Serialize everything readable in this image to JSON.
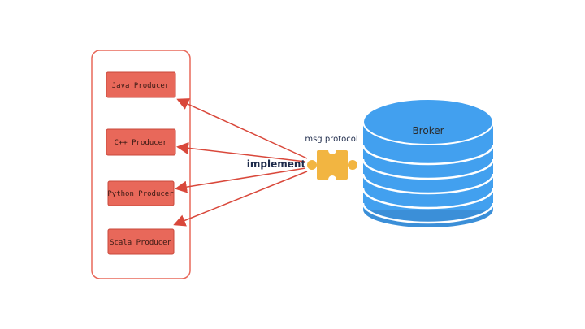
{
  "producers": [
    {
      "label": "Java Producer"
    },
    {
      "label": "C++ Producer"
    },
    {
      "label": "Python Producer"
    },
    {
      "label": "Scala Producer"
    }
  ],
  "protocol_label": "msg protocol",
  "implement_label": "implement",
  "broker_label": "Broker",
  "icons": {
    "protocol": "puzzle-piece-icon",
    "broker": "database-cylinder-icon"
  },
  "colors": {
    "producer": "#e8685a",
    "arrow": "#d9483b",
    "puzzle": "#f2b541",
    "broker": "#42a0ef"
  }
}
